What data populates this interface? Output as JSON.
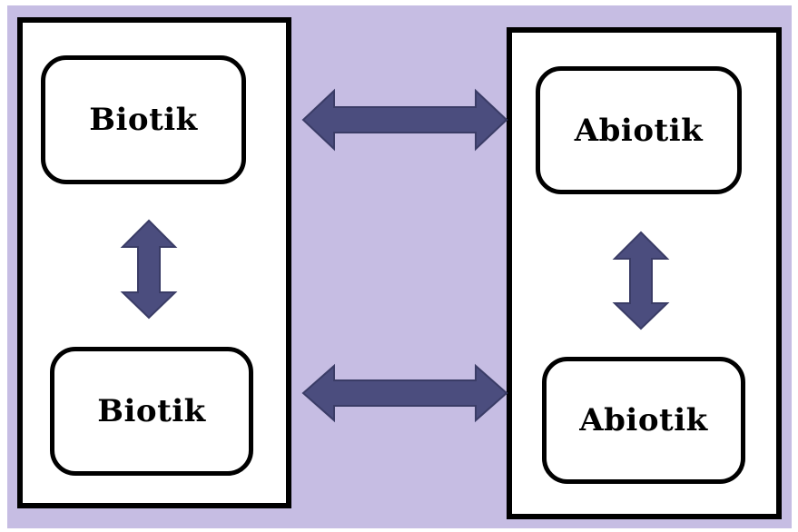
{
  "diagram": {
    "colors": {
      "background": "#c6bde3",
      "arrow_fill": "#4b4d7e",
      "arrow_stroke": "#3a3c66",
      "border": "#000000",
      "box_fill": "#ffffff"
    },
    "left_group": {
      "top_label": "Biotik",
      "bottom_label": "Biotik"
    },
    "right_group": {
      "top_label": "Abiotik",
      "bottom_label": "Abiotik"
    },
    "connectors": [
      {
        "from": "left_group.top",
        "to": "right_group.top",
        "type": "bidirectional"
      },
      {
        "from": "left_group.bottom",
        "to": "right_group.bottom",
        "type": "bidirectional"
      },
      {
        "from": "left_group.top",
        "to": "left_group.bottom",
        "type": "bidirectional"
      },
      {
        "from": "right_group.top",
        "to": "right_group.bottom",
        "type": "bidirectional"
      }
    ]
  }
}
